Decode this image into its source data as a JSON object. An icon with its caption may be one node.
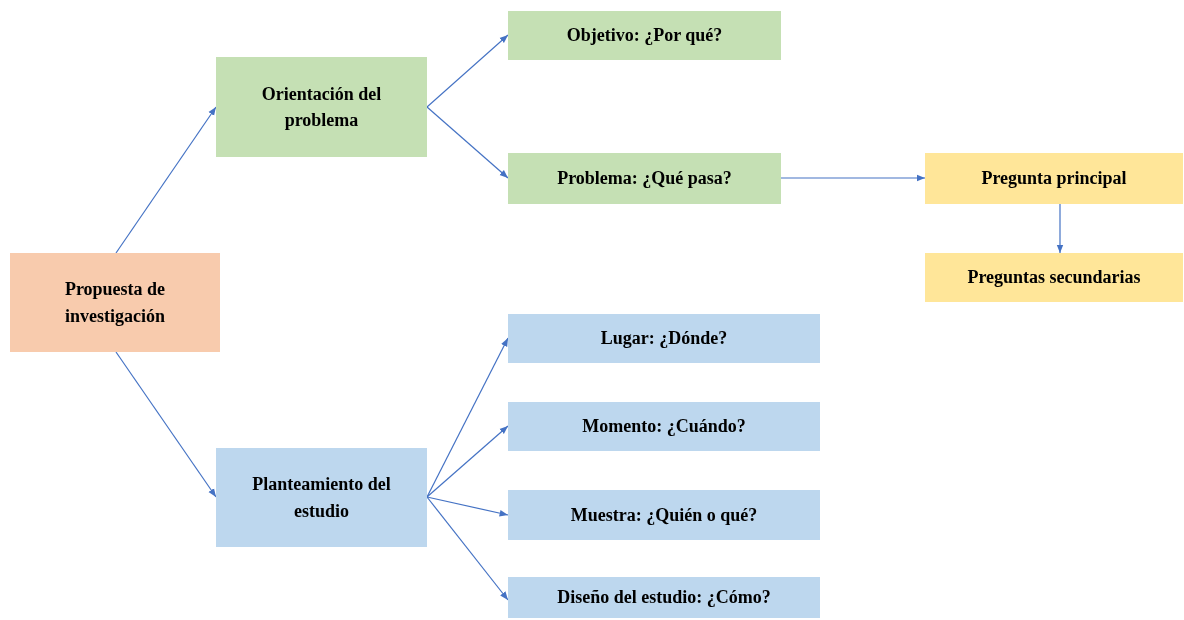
{
  "diagram": {
    "nodes": [
      {
        "text": [
          "Propuesta de investigación"
        ]
      },
      {
        "text": [
          "Orientación del problema"
        ]
      },
      {
        "text": [
          "Objetivo: ¿Por qué?"
        ]
      },
      {
        "text": [
          "Problema: ¿Qué pasa?"
        ]
      },
      {
        "text": [
          "Pregunta principal"
        ]
      },
      {
        "text": [
          "Preguntas secundarias"
        ]
      },
      {
        "text": [
          "Planteamiento del estudio"
        ]
      },
      {
        "text": [
          "Lugar: ¿Dónde?"
        ]
      },
      {
        "text": [
          "Momento: ¿Cuándo?"
        ]
      },
      {
        "text": [
          "Muestra: ¿Quién o qué?"
        ]
      },
      {
        "text": [
          "Diseño del estudio: ¿Cómo?"
        ]
      }
    ],
    "edges": [
      {
        "from": 0,
        "to": 1,
        "arrow": "to"
      },
      {
        "from": 0,
        "to": 6,
        "arrow": "to"
      },
      {
        "from": 1,
        "to": 2,
        "arrow": "to"
      },
      {
        "from": 1,
        "to": 3,
        "arrow": "to"
      },
      {
        "from": 3,
        "to": 4,
        "arrow": "to"
      },
      {
        "from": 4,
        "to": 5,
        "arrow": "to"
      },
      {
        "from": 6,
        "to": 7,
        "arrow": "to"
      },
      {
        "from": 6,
        "to": 8,
        "arrow": "to"
      },
      {
        "from": 6,
        "to": 9,
        "arrow": "to"
      },
      {
        "from": 6,
        "to": 10,
        "arrow": "to"
      }
    ]
  }
}
